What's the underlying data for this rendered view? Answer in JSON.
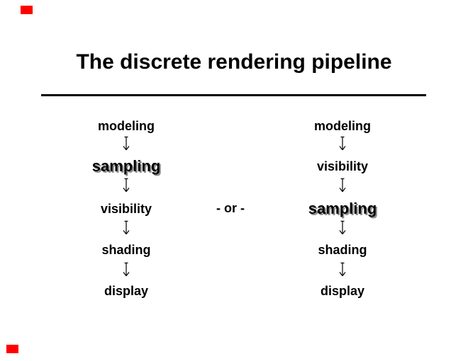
{
  "slide": {
    "title": "The discrete rendering pipeline",
    "or_label": "- or -",
    "columns": {
      "left": {
        "stages": [
          {
            "label": "modeling",
            "emphasized": false
          },
          {
            "label": "sampling",
            "emphasized": true
          },
          {
            "label": "visibility",
            "emphasized": false
          },
          {
            "label": "shading",
            "emphasized": false
          },
          {
            "label": "display",
            "emphasized": false
          }
        ]
      },
      "right": {
        "stages": [
          {
            "label": "modeling",
            "emphasized": false
          },
          {
            "label": "visibility",
            "emphasized": false
          },
          {
            "label": "sampling",
            "emphasized": true
          },
          {
            "label": "shading",
            "emphasized": false
          },
          {
            "label": "display",
            "emphasized": false
          }
        ]
      }
    },
    "icons": {
      "down_arrow": "↓"
    },
    "colors": {
      "background": "#ffffff",
      "text": "#000000",
      "emphasis_shadow": "#8c8c8c",
      "corner_marker": "#ff0000"
    }
  }
}
